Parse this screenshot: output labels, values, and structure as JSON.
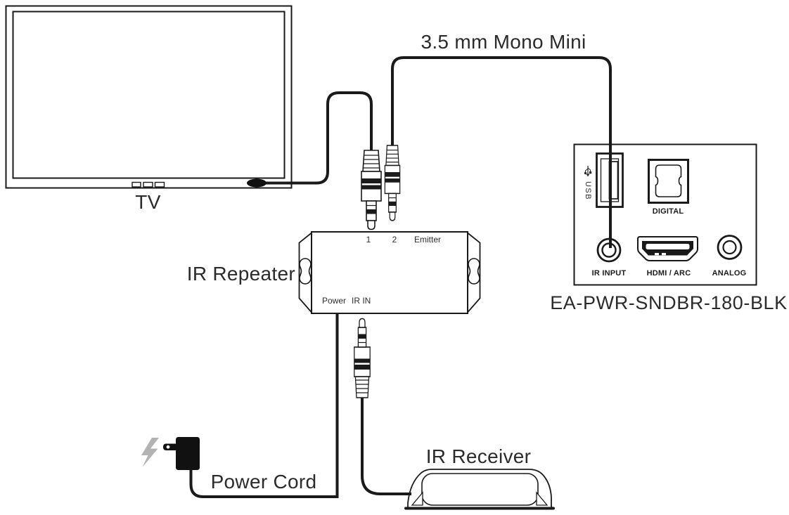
{
  "diagram": {
    "tv_label": "TV",
    "cable_label": "3.5 mm Mono Mini",
    "repeater_label": "IR Repeater",
    "power_cord_label": "Power Cord",
    "receiver_label": "IR Receiver",
    "soundbar_model": "EA-PWR-SNDBR-180-BLK"
  },
  "repeater_ports": {
    "port1": "1",
    "port2": "2",
    "emitter": "Emitter",
    "power": "Power",
    "ir_in": "IR IN"
  },
  "soundbar_ports": {
    "usb": "USB",
    "digital": "DIGITAL",
    "ir_input": "IR INPUT",
    "hdmi_arc": "HDMI / ARC",
    "analog": "ANALOG"
  },
  "icons": {
    "usb_symbol": "usb-trident",
    "power_symbol": "lightning-bolt"
  },
  "colors": {
    "line": "#1a1a1a",
    "text": "#2b2b2b",
    "bolt_gray": "#b3b3b3"
  }
}
